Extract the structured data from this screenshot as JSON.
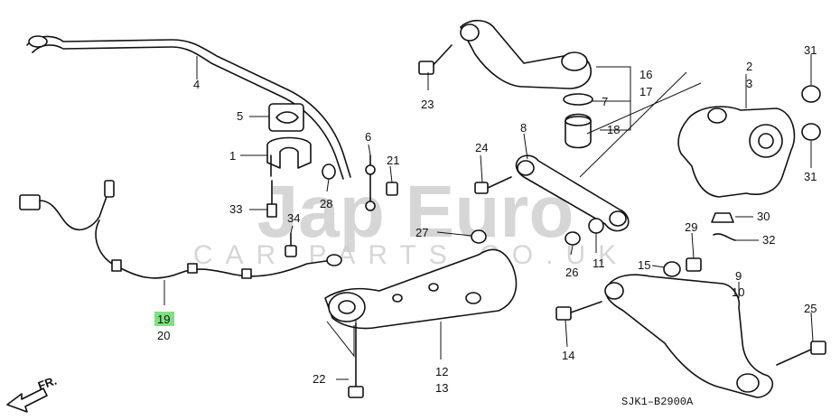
{
  "watermark": {
    "main": "Jap Euro",
    "sub": "CAR PARTS.CO.UK"
  },
  "diagram_code": "SJK1–B2900A",
  "front_marker": "FR.",
  "highlight_color": "#7fe07f",
  "callouts": [
    {
      "id": "1",
      "label": "1"
    },
    {
      "id": "2",
      "label": "2"
    },
    {
      "id": "3",
      "label": "3"
    },
    {
      "id": "4",
      "label": "4"
    },
    {
      "id": "5",
      "label": "5"
    },
    {
      "id": "6",
      "label": "6"
    },
    {
      "id": "7",
      "label": "7"
    },
    {
      "id": "8",
      "label": "8"
    },
    {
      "id": "9",
      "label": "9"
    },
    {
      "id": "10",
      "label": "10"
    },
    {
      "id": "11",
      "label": "11"
    },
    {
      "id": "12",
      "label": "12"
    },
    {
      "id": "13",
      "label": "13"
    },
    {
      "id": "14",
      "label": "14"
    },
    {
      "id": "15",
      "label": "15"
    },
    {
      "id": "16",
      "label": "16"
    },
    {
      "id": "17",
      "label": "17"
    },
    {
      "id": "18",
      "label": "18"
    },
    {
      "id": "19",
      "label": "19",
      "highlighted": true
    },
    {
      "id": "20",
      "label": "20"
    },
    {
      "id": "21",
      "label": "21"
    },
    {
      "id": "22",
      "label": "22"
    },
    {
      "id": "23",
      "label": "23"
    },
    {
      "id": "24",
      "label": "24"
    },
    {
      "id": "25",
      "label": "25"
    },
    {
      "id": "26",
      "label": "26"
    },
    {
      "id": "27",
      "label": "27"
    },
    {
      "id": "28",
      "label": "28"
    },
    {
      "id": "29",
      "label": "29"
    },
    {
      "id": "30",
      "label": "30"
    },
    {
      "id": "31a",
      "label": "31"
    },
    {
      "id": "31b",
      "label": "31"
    },
    {
      "id": "32",
      "label": "32"
    },
    {
      "id": "33",
      "label": "33"
    },
    {
      "id": "34",
      "label": "34"
    }
  ]
}
